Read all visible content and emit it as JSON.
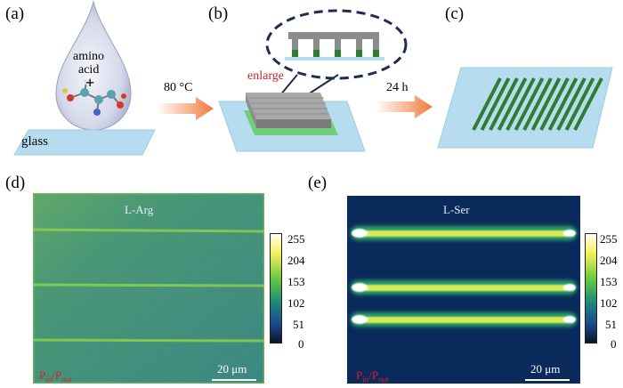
{
  "panels": {
    "a": {
      "label": "(a)",
      "drop_text_line1": "amino",
      "drop_text_line2": "acid",
      "plus": "+",
      "glass": "glass"
    },
    "b": {
      "label": "(b)",
      "temp": "80 °C",
      "enlarge": "enlarge"
    },
    "c": {
      "label": "(c)",
      "time": "24 h"
    },
    "d": {
      "label": "(d)",
      "title": "L-Arg",
      "scale": "20 μm",
      "ratio_main": "P",
      "ratio_sub1": "in",
      "ratio_mid": "/P",
      "ratio_sub2": "out"
    },
    "e": {
      "label": "(e)",
      "title": "L-Ser",
      "scale": "20 μm",
      "ratio_main": "P",
      "ratio_sub1": "in",
      "ratio_mid": "/P",
      "ratio_sub2": "out"
    }
  },
  "colorbar_ticks": [
    "255",
    "204",
    "153",
    "102",
    "51",
    "0"
  ],
  "colors": {
    "glass": "#b8dcef",
    "arrow": "#f07a3a",
    "stripe": "#2f7d2f",
    "label_red": "#c0282c",
    "map_bg_d": "#3a8a6a",
    "map_bg_e": "#0b2a5c"
  }
}
